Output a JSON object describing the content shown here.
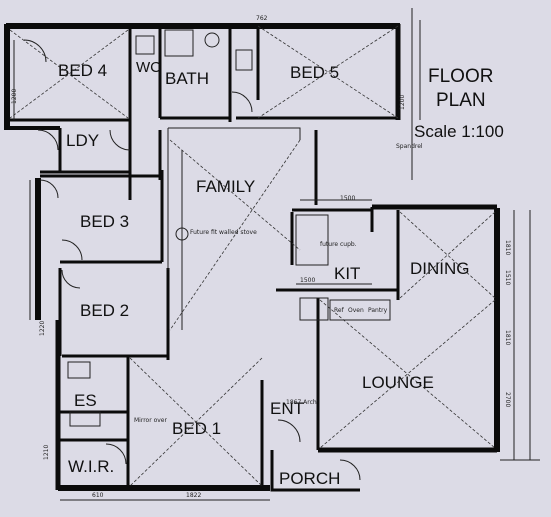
{
  "title": {
    "line1": "FLOOR",
    "line2": "PLAN",
    "scale": "Scale 1:100"
  },
  "rooms": {
    "bed4": "BED 4",
    "wc": "WC",
    "bath": "BATH",
    "bed5": "BED 5",
    "ldy": "LDY",
    "family": "FAMILY",
    "bed3": "BED 3",
    "bed2": "BED 2",
    "kit": "KIT",
    "dining": "DINING",
    "lounge": "LOUNGE",
    "es": "ES",
    "bed1": "BED 1",
    "ent": "ENT",
    "wir": "W.I.R.",
    "porch": "PORCH"
  },
  "dimensions": {
    "d1500a": "1500",
    "d1500b": "1500",
    "d1822": "1822",
    "d610": "610",
    "d1200": "1200",
    "d1220": "1220",
    "d1810a": "1810",
    "d2700": "2700",
    "d1510": "1510",
    "d1810b": "1810",
    "d1200b": "1200",
    "d1210": "1210",
    "d762": "762"
  },
  "notes": {
    "future_wall": "Future fit walled stove",
    "arch": "1867 Arch",
    "ref": "Ref",
    "oven": "Oven",
    "pantry": "Pantry",
    "spandrel": "Spandrel",
    "future_cupboard": "future cupb.",
    "mirror": "Mirror over"
  }
}
